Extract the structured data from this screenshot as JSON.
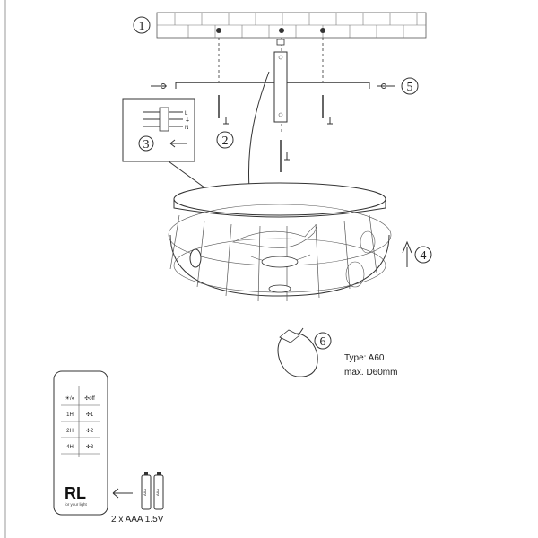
{
  "steps": [
    "1",
    "2",
    "3",
    "4",
    "5",
    "6"
  ],
  "wiring": {
    "live": "L",
    "earth_symbol": "⏚",
    "neutral": "N"
  },
  "bulb": {
    "type": "Type: A60",
    "max": "max. D60mm"
  },
  "remote": {
    "brand": "RL",
    "tagline": "for your light",
    "buttons": [
      {
        "left": "☀/◐",
        "right": "✣off"
      },
      {
        "left": "1H",
        "right": "✣1"
      },
      {
        "left": "2H",
        "right": "✣2"
      },
      {
        "left": "4H",
        "right": "✣3"
      }
    ]
  },
  "battery": {
    "cell_label": "AAA",
    "caption": "2 x AAA 1.5V"
  }
}
